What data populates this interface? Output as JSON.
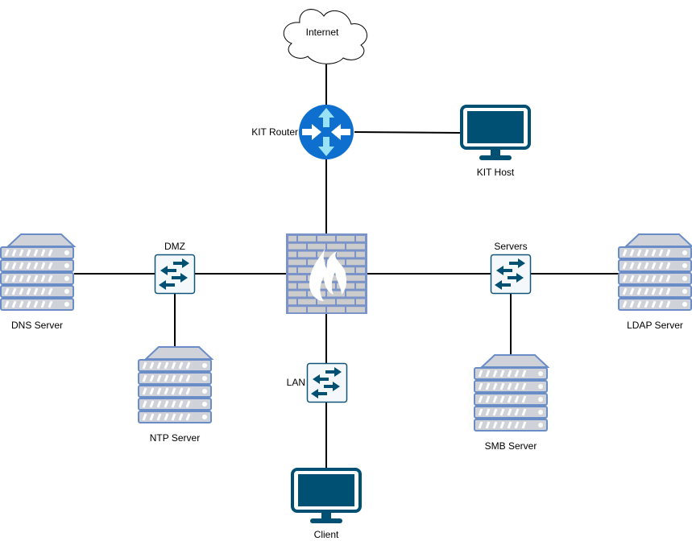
{
  "diagram": {
    "colors": {
      "line": "#000000",
      "monitor": "#005073",
      "router_blue": "#0e6fcf",
      "router_arrow": "#ffffff",
      "router_arrow_light": "#99e1f4",
      "switch_fill": "#f5f8fa",
      "switch_border": "#10567a",
      "server_fill": "#cfd2d8",
      "server_border": "#6a8cc7",
      "firewall_brick": "#cccccc",
      "firewall_mortar": "#7a93c8"
    },
    "nodes": {
      "internet": {
        "label": "Internet",
        "type": "cloud"
      },
      "kit_router": {
        "label": "KIT Router",
        "type": "router"
      },
      "kit_host": {
        "label": "KIT Host",
        "type": "monitor"
      },
      "firewall": {
        "label": "",
        "type": "firewall"
      },
      "dmz": {
        "label": "DMZ",
        "type": "switch"
      },
      "servers": {
        "label": "Servers",
        "type": "switch"
      },
      "lan": {
        "label": "LAN",
        "type": "switch"
      },
      "dns": {
        "label": "DNS Server",
        "type": "server"
      },
      "ntp": {
        "label": "NTP Server",
        "type": "server"
      },
      "ldap": {
        "label": "LDAP Server",
        "type": "server"
      },
      "smb": {
        "label": "SMB Server",
        "type": "server"
      },
      "client": {
        "label": "Client",
        "type": "monitor"
      }
    },
    "edges": [
      {
        "from": "internet",
        "to": "kit_router"
      },
      {
        "from": "kit_router",
        "to": "kit_host"
      },
      {
        "from": "kit_router",
        "to": "firewall"
      },
      {
        "from": "firewall",
        "to": "dmz"
      },
      {
        "from": "firewall",
        "to": "servers"
      },
      {
        "from": "firewall",
        "to": "lan"
      },
      {
        "from": "dmz",
        "to": "dns"
      },
      {
        "from": "dmz",
        "to": "ntp"
      },
      {
        "from": "servers",
        "to": "ldap"
      },
      {
        "from": "servers",
        "to": "smb"
      },
      {
        "from": "lan",
        "to": "client"
      }
    ]
  }
}
